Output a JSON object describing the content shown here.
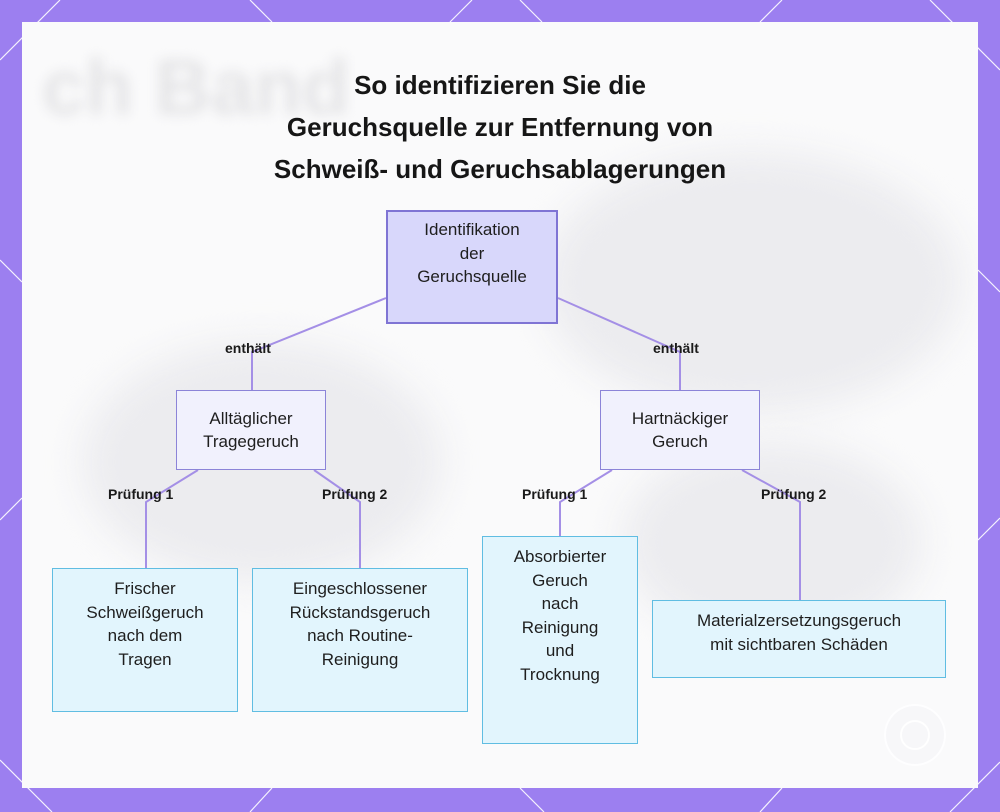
{
  "title": {
    "line1": "So identifizieren Sie die",
    "line2": "Geruchsquelle zur Entfernung von",
    "line3": "Schweiß- und Geruchsablagerungen"
  },
  "background": {
    "blurred_text": "ch Band"
  },
  "nodes": {
    "root": [
      "Identifikation",
      "der",
      "Geruchsquelle"
    ],
    "everyday": [
      "Alltäglicher",
      "Tragegeruch"
    ],
    "stubborn": [
      "Hartnäckiger",
      "Geruch"
    ],
    "fresh_sweat": [
      "Frischer",
      "Schweißgeruch",
      "nach dem",
      "Tragen"
    ],
    "trapped_residue": [
      "Eingeschlossener",
      "Rückstandsgeruch",
      "nach Routine-",
      "Reinigung"
    ],
    "absorbed": [
      "Absorbierter",
      "Geruch",
      "nach",
      "Reinigung",
      "und",
      "Trocknung"
    ],
    "material_decomp": [
      "Materialzersetzungsgeruch",
      "mit sichtbaren Schäden"
    ]
  },
  "edge_labels": {
    "root_left": "enthält",
    "root_right": "enthält",
    "everyday_left": "Prüfung 1",
    "everyday_right": "Prüfung 2",
    "stubborn_left": "Prüfung 1",
    "stubborn_right": "Prüfung 2"
  },
  "colors": {
    "frame": "#9c7ff0",
    "connector": "#a48fe6",
    "root_fill": "#d8d7fb",
    "level2_fill": "#f1f1fd",
    "leaf_fill": "#e2f5fd",
    "leaf_border": "#60bde2"
  }
}
